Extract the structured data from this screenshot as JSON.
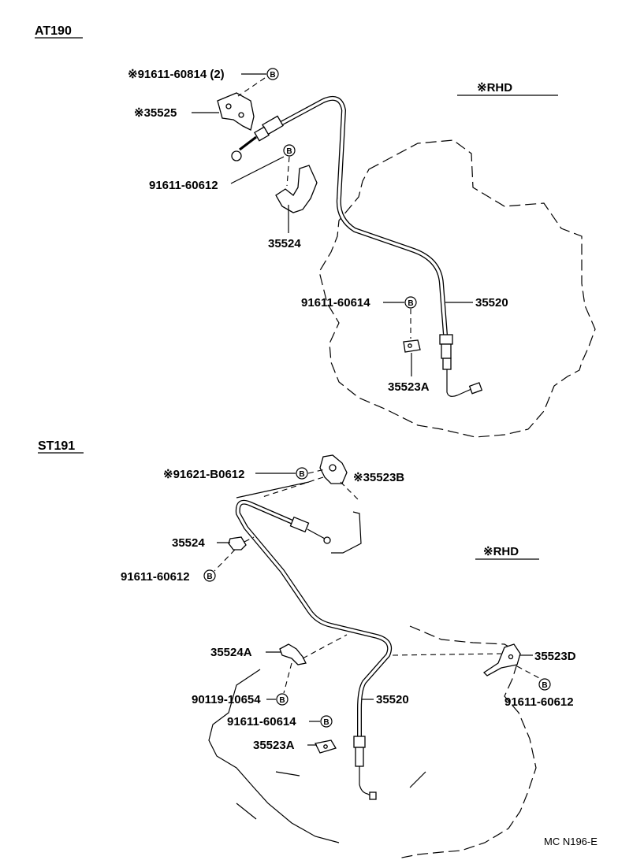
{
  "sections": {
    "at190": {
      "title": "AT190",
      "rhd": "※RHD",
      "labels": {
        "bolt_60814": "※91611-60814 (2)",
        "bracket_35525": "※35525",
        "bolt_60612": "91611-60612",
        "bracket_35524": "35524",
        "bolt_60614": "91611-60614",
        "cable_35520": "35520",
        "clamp_35523a": "35523A"
      }
    },
    "st191": {
      "title": "ST191",
      "rhd": "※RHD",
      "labels": {
        "bolt_b0612": "※91621-B0612",
        "clamp_35523b": "※35523B",
        "bracket_35524": "35524",
        "bolt_60612_a": "91611-60612",
        "bracket_35524a": "35524A",
        "bolt_10654": "90119-10654",
        "bolt_60614": "91611-60614",
        "clamp_35523a": "35523A",
        "cable_35520": "35520",
        "clamp_35523d": "35523D",
        "bolt_60612_b": "91611-60612"
      }
    }
  },
  "bolt_marker": "B",
  "footer": "MC N196-E"
}
